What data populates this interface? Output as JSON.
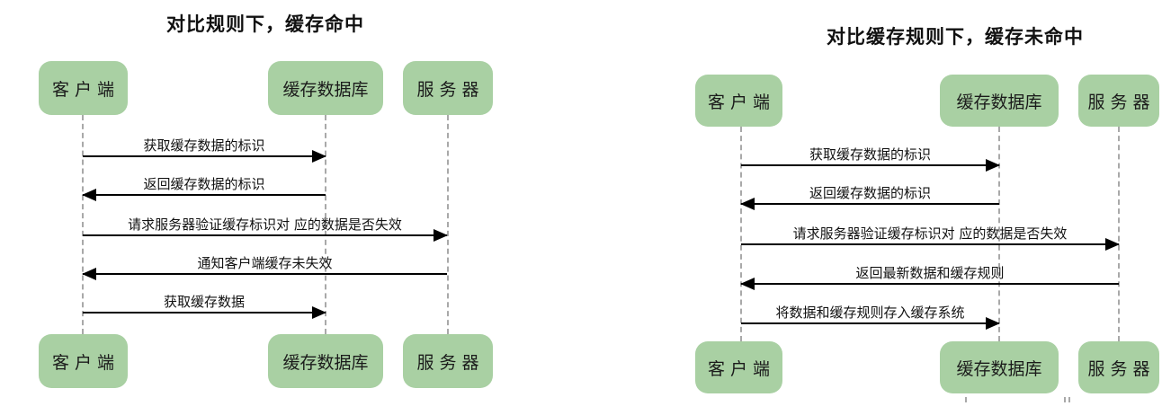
{
  "colors": {
    "actor_fill": "#a9d0a3",
    "lifeline": "#a9a9a9",
    "arrow": "#000000",
    "text": "#111111"
  },
  "diagrams": [
    {
      "title": "对比规则下，缓存命中",
      "actors": [
        "客 户 端",
        "缓存数据库",
        "服 务 器"
      ],
      "messages": [
        {
          "label": "获取缓存数据的标识",
          "from": "客户端",
          "to": "缓存数据库",
          "direction": "right"
        },
        {
          "label": "返回缓存数据的标识",
          "from": "缓存数据库",
          "to": "客户端",
          "direction": "left"
        },
        {
          "label": "请求服务器验证缓存标识对 应的数据是否失效",
          "from": "客户端",
          "to": "服务器",
          "direction": "right"
        },
        {
          "label": "通知客户端缓存未失效",
          "from": "服务器",
          "to": "客户端",
          "direction": "left"
        },
        {
          "label": "获取缓存数据",
          "from": "客户端",
          "to": "缓存数据库",
          "direction": "right"
        }
      ]
    },
    {
      "title": "对比缓存规则下，缓存未命中",
      "actors": [
        "客 户 端",
        "缓存数据库",
        "服 务 器"
      ],
      "messages": [
        {
          "label": "获取缓存数据的标识",
          "from": "客户端",
          "to": "缓存数据库",
          "direction": "right"
        },
        {
          "label": "返回缓存数据的标识",
          "from": "缓存数据库",
          "to": "客户端",
          "direction": "left"
        },
        {
          "label": "请求服务器验证缓存标识对 应的数据是否失效",
          "from": "客户端",
          "to": "服务器",
          "direction": "right"
        },
        {
          "label": "返回最新数据和缓存规则",
          "from": "服务器",
          "to": "客户端",
          "direction": "left"
        },
        {
          "label": "将数据和缓存规则存入缓存系统",
          "from": "客户端",
          "to": "缓存数据库",
          "direction": "right"
        }
      ]
    }
  ]
}
